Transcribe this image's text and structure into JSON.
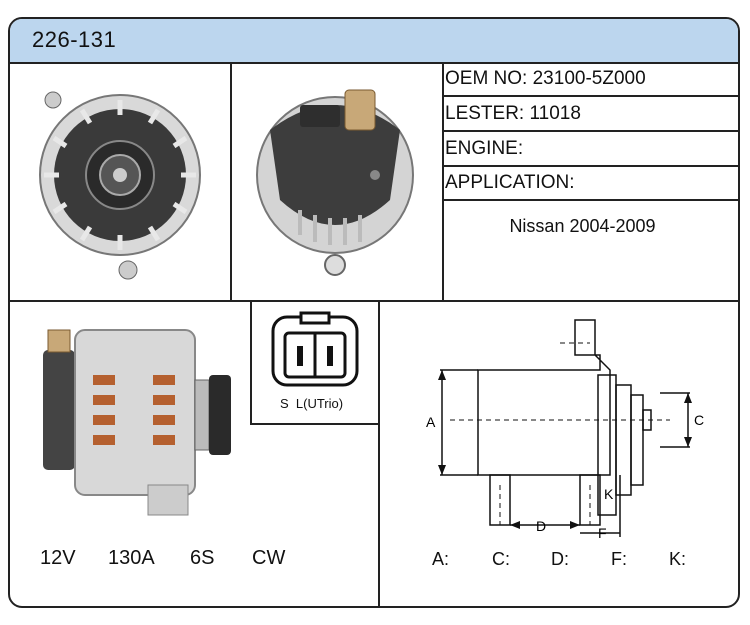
{
  "header": {
    "part_number": "226-131"
  },
  "specs": {
    "oem": "OEM NO: 23100-5Z000",
    "lester": "LESTER: 11018",
    "engine": "ENGINE:",
    "application": "APPLICATION:",
    "application_value": "Nissan 2004-2009"
  },
  "ratings": {
    "voltage": "12V",
    "amperage": "130A",
    "pulley": "6S",
    "rotation": "CW"
  },
  "connector": {
    "label": "S  L(UTrio)"
  },
  "dimensions": {
    "drawing_labels": {
      "a": "A",
      "c": "C",
      "d": "D",
      "f": "F",
      "k": "K"
    },
    "table": {
      "a": "A:",
      "c": "C:",
      "d": "D:",
      "f": "F:",
      "k": "K:"
    }
  },
  "colors": {
    "header_bg": "#bcd6ee",
    "border": "#222222"
  }
}
